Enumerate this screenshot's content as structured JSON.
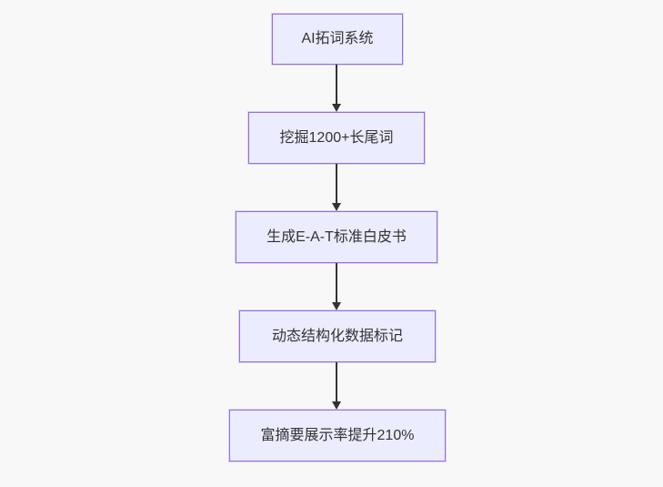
{
  "diagram": {
    "type": "flowchart",
    "direction": "top-down",
    "nodes": [
      {
        "id": "n1",
        "label": "AI拓词系统"
      },
      {
        "id": "n2",
        "label": "挖掘1200+长尾词"
      },
      {
        "id": "n3",
        "label": "生成E-A-T标准白皮书"
      },
      {
        "id": "n4",
        "label": "动态结构化数据标记"
      },
      {
        "id": "n5",
        "label": "富摘要展示率提升210%"
      }
    ],
    "edges": [
      {
        "from": "n1",
        "to": "n2",
        "style": "arrow-down"
      },
      {
        "from": "n2",
        "to": "n3",
        "style": "arrow-down"
      },
      {
        "from": "n3",
        "to": "n4",
        "style": "arrow-down"
      },
      {
        "from": "n4",
        "to": "n5",
        "style": "arrow-down"
      }
    ],
    "colors": {
      "background": "#f8f8f8",
      "node_fill": "#ECECFF",
      "node_border": "#9370DB",
      "node_text": "#333333",
      "arrow": "#333333"
    }
  }
}
